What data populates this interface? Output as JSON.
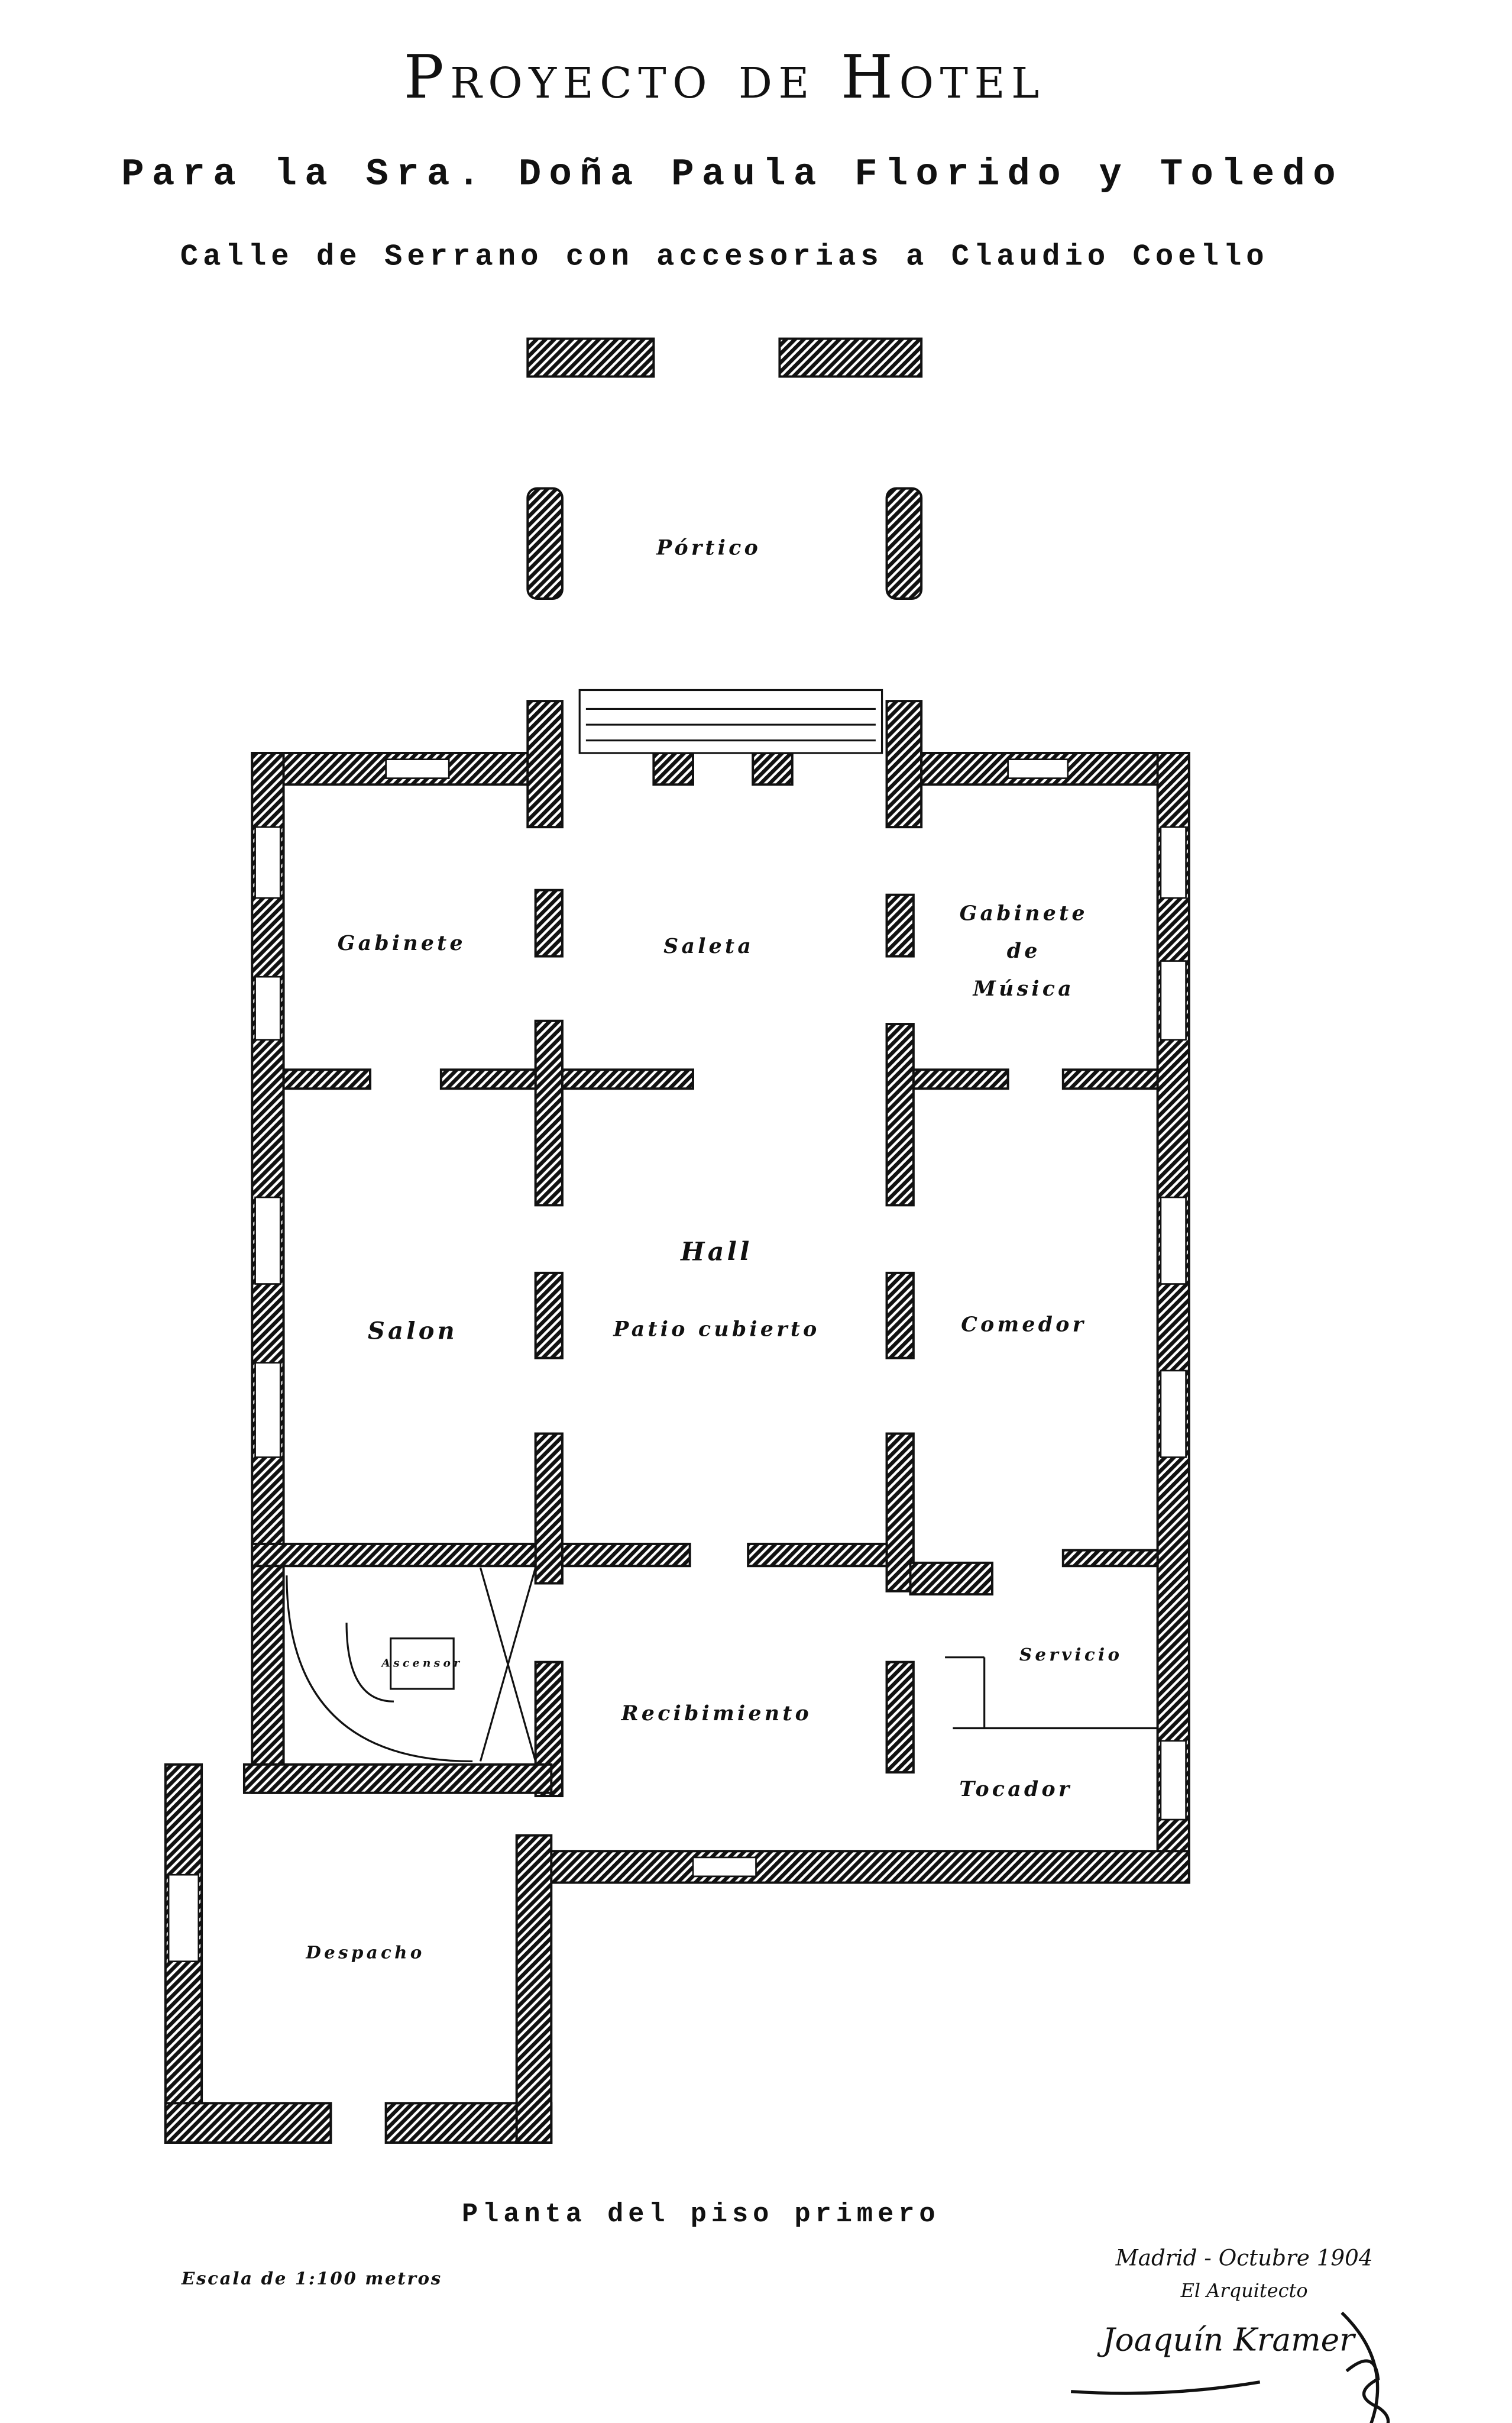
{
  "title": "Proyecto de Hotel",
  "subtitle": "Para la Sra. Doña Paula Florido y Toledo",
  "address": "Calle de Serrano con accesorias a Claudio Coello",
  "rooms": {
    "portico": "Pórtico",
    "gabinete": "Gabinete",
    "saleta": "Saleta",
    "gabinete_musica_1": "Gabinete",
    "gabinete_musica_2": "de",
    "gabinete_musica_3": "Música",
    "hall": "Hall",
    "patio": "Patio cubierto",
    "salon": "Salon",
    "comedor": "Comedor",
    "servicio": "Servicio",
    "recibimiento": "Recibimiento",
    "tocador": "Tocador",
    "despacho": "Despacho",
    "ascensor": "Ascensor"
  },
  "plan_title": "Planta del piso primero",
  "scale": "Escala de 1:100 metros",
  "signature": {
    "place_date": "Madrid - Octubre 1904",
    "role": "El Arquitecto",
    "name": "Joaquín Kramer"
  },
  "colors": {
    "ink": "#111111",
    "paper": "#ffffff"
  }
}
